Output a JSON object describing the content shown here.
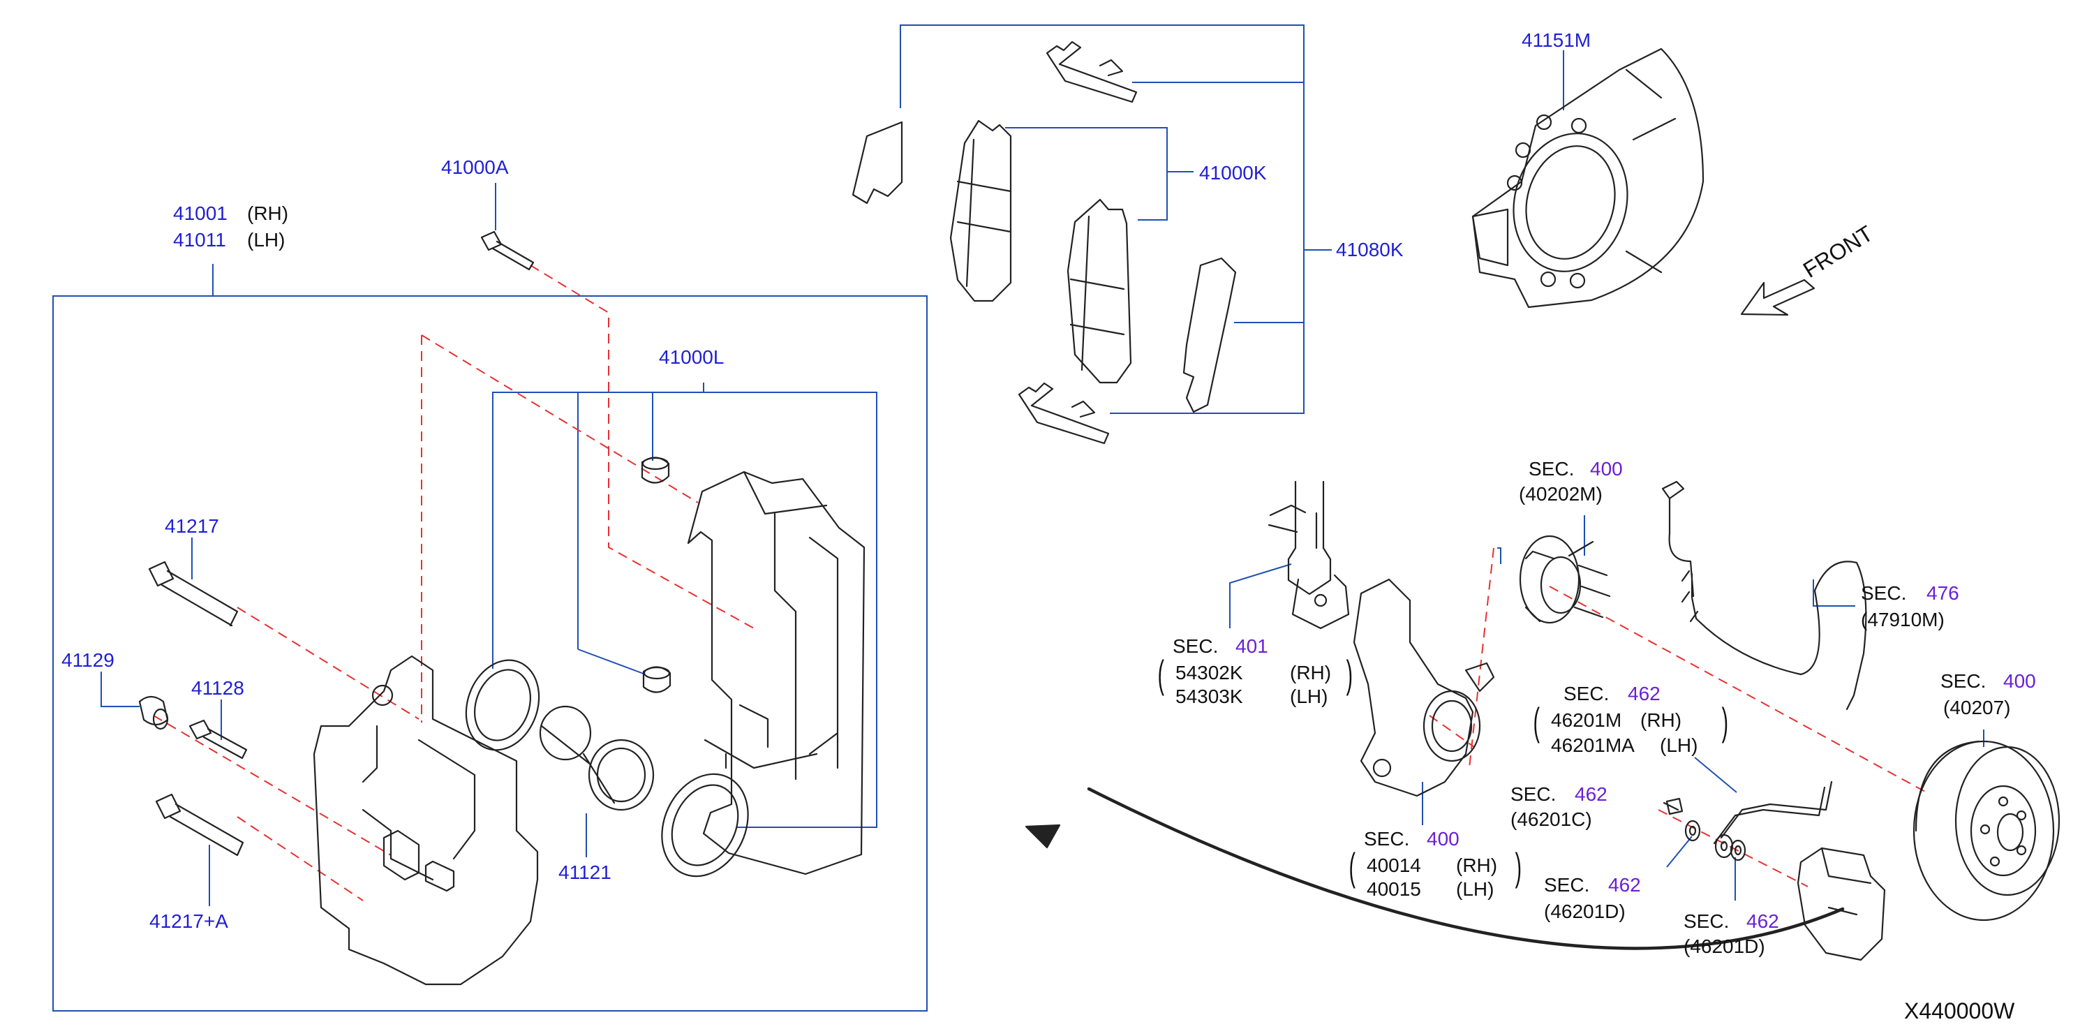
{
  "colors": {
    "part_number": "#1f1fd6",
    "section_ref": "#6a1fd6",
    "frame_line": "#1f4fb4",
    "dash_line": "#e83030",
    "drawing": "#222222"
  },
  "caliper": {
    "part_rh": "41001",
    "part_lh": "41011",
    "rh": "(RH)",
    "lh": "(LH)"
  },
  "parts": {
    "p41000A": "41000A",
    "p41000L": "41000L",
    "p41217": "41217",
    "p41129": "41129",
    "p41128": "41128",
    "p41217A": "41217+A",
    "p41121": "41121",
    "p41000K": "41000K",
    "p41080K": "41080K",
    "p41151M": "41151M"
  },
  "front_label": "FRONT",
  "drawing_code": "X440000W",
  "sections": {
    "hub": {
      "sec": "SEC.",
      "num": "400",
      "code": "(40202M)"
    },
    "strut": {
      "sec": "SEC.",
      "num": "401",
      "code_rh": "54302K",
      "code_lh": "54303K",
      "rh": "(RH)",
      "lh": "(LH)"
    },
    "sensor": {
      "sec": "SEC.",
      "num": "476",
      "code": "(47910M)"
    },
    "hose": {
      "sec": "SEC.",
      "num": "462",
      "code_rh": "46201M",
      "code_lh": "46201MA",
      "rh": "(RH)",
      "lh": "(LH)"
    },
    "rotor": {
      "sec": "SEC.",
      "num": "400",
      "code": "(40207)"
    },
    "knuckle": {
      "sec": "SEC.",
      "num": "400",
      "code_rh": "40014",
      "code_lh": "40015",
      "rh": "(RH)",
      "lh": "(LH)"
    },
    "bolt": {
      "sec": "SEC.",
      "num": "462",
      "code": "(46201C)"
    },
    "washer1": {
      "sec": "SEC.",
      "num": "462",
      "code": "(46201D)"
    },
    "washer2": {
      "sec": "SEC.",
      "num": "462",
      "code": "(46201D)"
    }
  }
}
